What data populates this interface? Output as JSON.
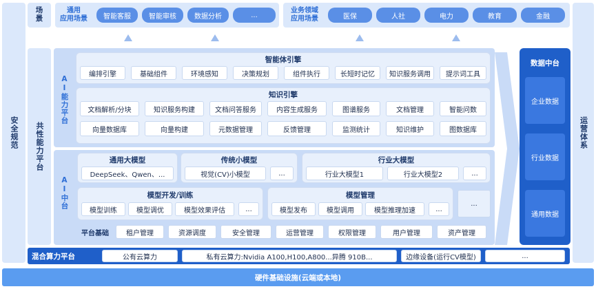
{
  "scene": {
    "title": "场景",
    "general_label": "通用\n应用场景",
    "general_items": [
      "智能客服",
      "智能审核",
      "数据分析",
      "..."
    ],
    "industry_label": "业务领域\n应用场景",
    "industry_items": [
      "医保",
      "人社",
      "电力",
      "教育",
      "金融"
    ]
  },
  "left_side": "安全规范",
  "right_side": "运营体系",
  "shared_platform": "共性能力平台",
  "ai_ability": {
    "label": "AI能力平台",
    "agent_engine": {
      "title": "智能体引擎",
      "items": [
        "编排引擎",
        "基础组件",
        "环境感知",
        "决策规划",
        "组件执行",
        "长短时记忆",
        "知识服务调用",
        "提示词工具"
      ]
    },
    "knowledge_engine": {
      "title": "知识引擎",
      "row1": [
        "文档解析/分块",
        "知识服务构建",
        "文档问答服务",
        "内容生成服务",
        "图谱服务",
        "文档管理",
        "智能问数"
      ],
      "row2": [
        "向量数据库",
        "向量构建",
        "元数据管理",
        "反馈管理",
        "监测统计",
        "知识维护",
        "图数据库"
      ]
    }
  },
  "ai_center": {
    "label": "AI中台",
    "general_model": {
      "title": "通用大模型",
      "items": [
        "DeepSeek、Qwen、..."
      ]
    },
    "small_model": {
      "title": "传统小模型",
      "items": [
        "视觉(CV)小模型",
        "..."
      ]
    },
    "industry_model": {
      "title": "行业大模型",
      "items": [
        "行业大模型1",
        "行业大模型2",
        "..."
      ]
    },
    "model_dev": {
      "title": "模型开发/训练",
      "items": [
        "模型训练",
        "模型调优",
        "模型效果评估",
        "..."
      ]
    },
    "model_mgmt": {
      "title": "模型管理",
      "items": [
        "模型发布",
        "模型调用",
        "模型推理加速",
        "..."
      ]
    },
    "extra": "...",
    "platform_base": {
      "label": "平台基础",
      "items": [
        "租户管理",
        "资源调度",
        "安全管理",
        "运营管理",
        "权限管理",
        "用户管理",
        "资产管理"
      ]
    }
  },
  "data_center": {
    "title": "数据中台",
    "items": [
      "企业数据",
      "行业数据",
      "通用数据"
    ]
  },
  "compute": {
    "label": "混合算力平台",
    "items": [
      "公有云算力",
      "私有云算力:Nvidia A100,H100,A800...异腾 910B...",
      "边缘设备(运行CV模型)",
      "..."
    ]
  },
  "hardware": "硬件基础设施(云端或本地)"
}
